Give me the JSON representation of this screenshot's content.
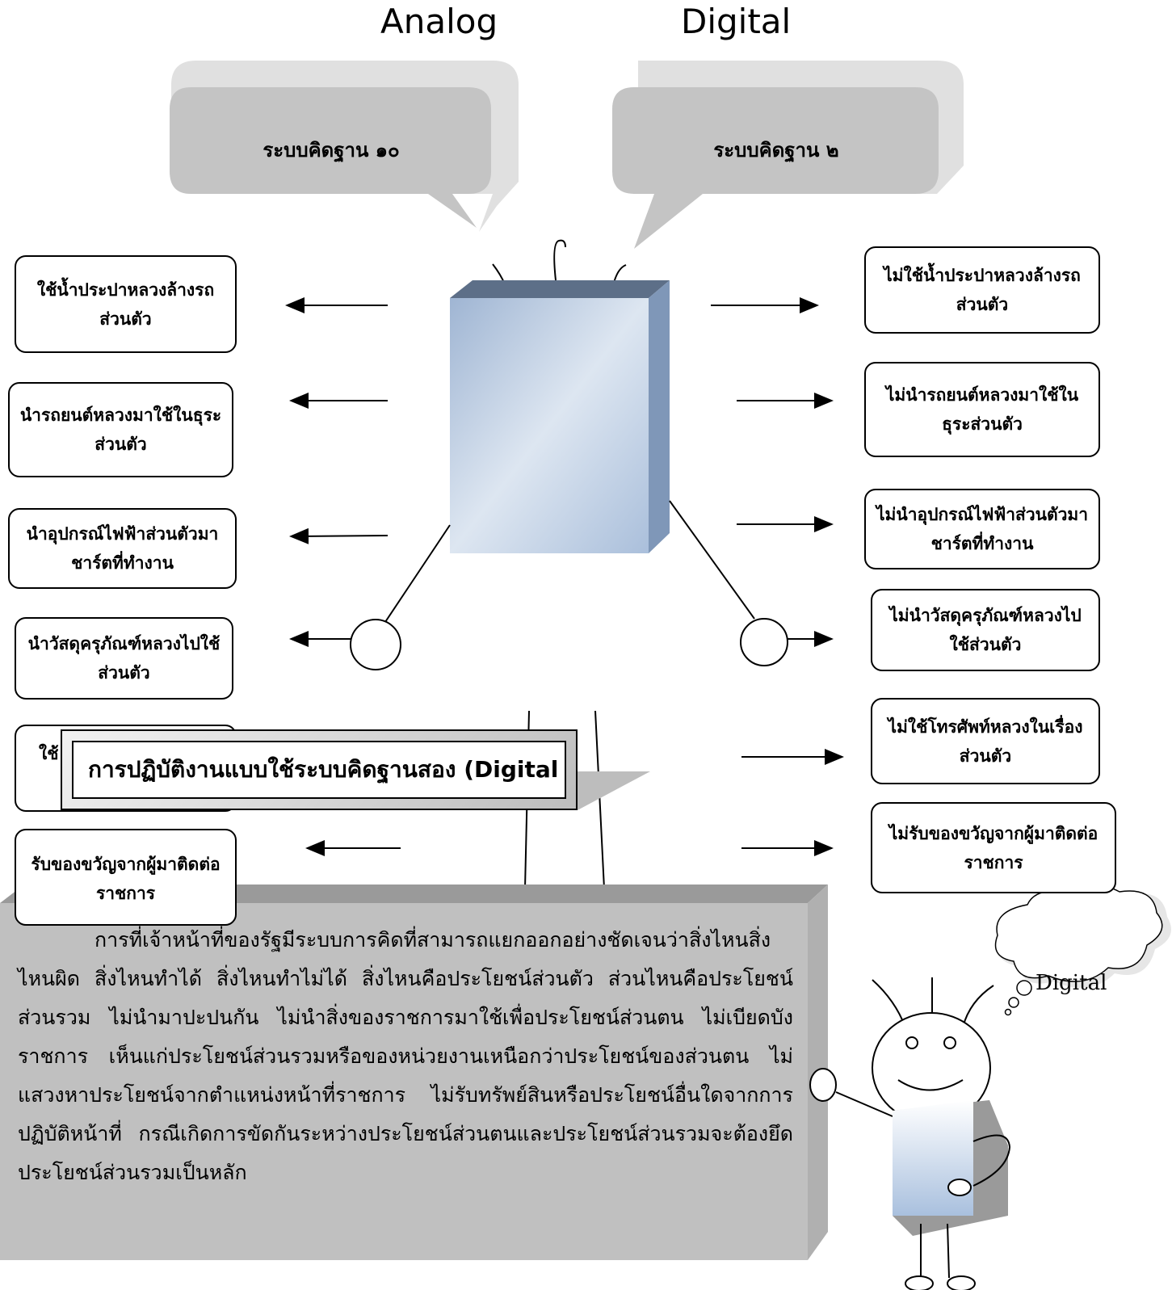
{
  "headers": {
    "left": "Analog",
    "right": "Digital"
  },
  "bubbles": {
    "left": "ระบบคิดฐาน ๑๐",
    "right": "ระบบคิดฐาน ๒"
  },
  "left_boxes": [
    "ใช้น้ำประปาหลวงล้างรถส่วนตัว",
    "นำรถยนต์หลวงมาใช้ในธุระส่วนตัว",
    "นำอุปกรณ์ไฟฟ้าส่วนตัวมาชาร์ตที่ทำงาน",
    "นำวัสดุครุภัณฑ์หลวงไปใช้ส่วนตัว",
    "ใช้",
    "รับของขวัญจากผู้มาติดต่อราชการ"
  ],
  "right_boxes": [
    "ไม่ใช้น้ำประปาหลวงล้างรถส่วนตัว",
    "ไม่นำรถยนต์หลวงมาใช้ในธุระส่วนตัว",
    "ไม่นำอุปกรณ์ไฟฟ้าส่วนตัวมาชาร์ตที่ทำงาน",
    "ไม่นำวัสดุครุภัณฑ์หลวงไปใช้ส่วนตัว",
    "ไม่ใช้โทรศัพท์หลวงในเรื่องส่วนตัว",
    "ไม่รับของขวัญจากผู้มาติดต่อราชการ"
  ],
  "title_banner": "การปฏิบัติงานแบบใช้ระบบคิดฐานสอง (Digital",
  "paragraph": "การที่เจ้าหน้าที่ของรัฐมีระบบการคิดที่สามารถแยกออกอย่างชัดเจนว่าสิ่งไหนสิ่งไหนผิด สิ่งไหนทำได้ สิ่งไหนทำไม่ได้ สิ่งไหนคือประโยชน์ส่วนตัว ส่วนไหนคือประโยชน์ส่วนรวม ไม่นำมาปะปนกัน ไม่นำสิ่งของราชการมาใช้เพื่อประโยชน์ส่วนตน ไม่เบียดบังราชการ เห็นแก่ประโยชน์ส่วนรวมหรือของหน่วยงานเหนือกว่าประโยชน์ของส่วนตน ไม่แสวงหาประโยชน์จากตำแหน่งหน้าที่ราชการ ไม่รับทรัพย์สินหรือประโยชน์อื่นใดจากการปฏิบัติหน้าที่ กรณีเกิดการขัดกันระหว่างประโยชน์ส่วนตนและประโยชน์ส่วนรวมจะต้องยึดประโยชน์ส่วนรวมเป็นหลัก",
  "thought_cloud": "Digital",
  "colors": {
    "bubble": "#c4c4c4",
    "panel": "#c0c0c0",
    "panel_side": "#9a9a9a",
    "box_front": "#b8cbe2",
    "box_top": "#5d6f88",
    "box_side": "#7f97b8"
  }
}
